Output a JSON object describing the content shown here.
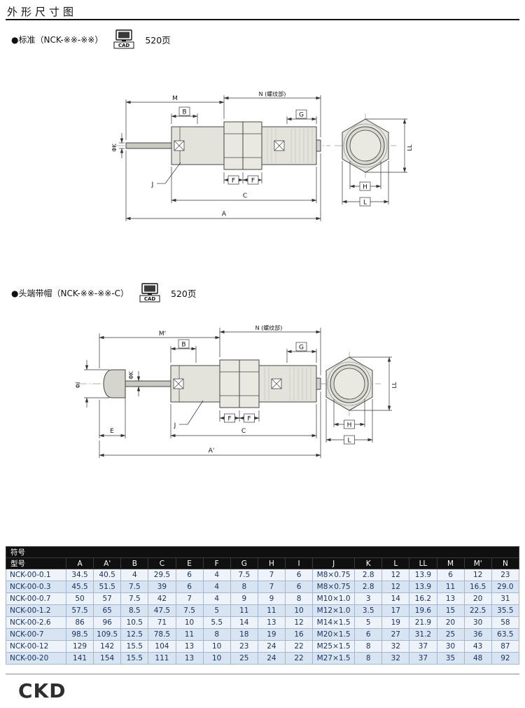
{
  "page": {
    "title": "外形尺寸图",
    "logo": "CKD"
  },
  "sections": {
    "standard": {
      "label": "●标准（NCK-※※-※※）",
      "cad": "CAD",
      "page_ref": "520页"
    },
    "capped": {
      "label": "●头端带帽（NCK-※※-※※-C）",
      "cad": "CAD",
      "page_ref": "520页"
    }
  },
  "drawing1": {
    "labels": {
      "m": "M",
      "n": "N (螺纹部)",
      "b": "B",
      "g": "G",
      "phi_k": "ΦK",
      "j": "J",
      "f1": "F",
      "f2": "F",
      "c": "C",
      "a": "A",
      "h": "H",
      "l": "L",
      "ll": "LL"
    }
  },
  "drawing2": {
    "labels": {
      "m_prime": "M'",
      "n": "N (螺纹部)",
      "b": "B",
      "g": "G",
      "phi_k": "ΦK",
      "phi_i": "ΦI",
      "j": "J",
      "f1": "F",
      "f2": "F",
      "c": "C",
      "e": "E",
      "a_prime": "A'",
      "h": "H",
      "l": "L",
      "ll": "LL"
    }
  },
  "table": {
    "corner_top": "符号",
    "corner_bottom": "型号",
    "columns": [
      "A",
      "A'",
      "B",
      "C",
      "E",
      "F",
      "G",
      "H",
      "I",
      "J",
      "K",
      "L",
      "LL",
      "M",
      "M'",
      "N"
    ],
    "rows": [
      {
        "model": "NCK-00-0.1",
        "values": [
          "34.5",
          "40.5",
          "4",
          "29.5",
          "6",
          "4",
          "7.5",
          "7",
          "6",
          "M8×0.75",
          "2.8",
          "12",
          "13.9",
          "6",
          "12",
          "23"
        ]
      },
      {
        "model": "NCK-00-0.3",
        "values": [
          "45.5",
          "51.5",
          "7.5",
          "39",
          "6",
          "4",
          "8",
          "7",
          "6",
          "M8×0.75",
          "2.8",
          "12",
          "13.9",
          "11",
          "16.5",
          "29.0"
        ]
      },
      {
        "model": "NCK-00-0.7",
        "values": [
          "50",
          "57",
          "7.5",
          "42",
          "7",
          "4",
          "9",
          "9",
          "8",
          "M10×1.0",
          "3",
          "14",
          "16.2",
          "13",
          "20",
          "31"
        ]
      },
      {
        "model": "NCK-00-1.2",
        "values": [
          "57.5",
          "65",
          "8.5",
          "47.5",
          "7.5",
          "5",
          "11",
          "11",
          "10",
          "M12×1.0",
          "3.5",
          "17",
          "19.6",
          "15",
          "22.5",
          "35.5"
        ]
      },
      {
        "model": "NCK-00-2.6",
        "values": [
          "86",
          "96",
          "10.5",
          "71",
          "10",
          "5.5",
          "14",
          "13",
          "12",
          "M14×1.5",
          "5",
          "19",
          "21.9",
          "20",
          "30",
          "58"
        ]
      },
      {
        "model": "NCK-00-7",
        "values": [
          "98.5",
          "109.5",
          "12.5",
          "78.5",
          "11",
          "8",
          "18",
          "19",
          "16",
          "M20×1.5",
          "6",
          "27",
          "31.2",
          "25",
          "36",
          "63.5"
        ]
      },
      {
        "model": "NCK-00-12",
        "values": [
          "129",
          "142",
          "15.5",
          "104",
          "13",
          "10",
          "23",
          "24",
          "22",
          "M25×1.5",
          "8",
          "32",
          "37",
          "30",
          "43",
          "87"
        ]
      },
      {
        "model": "NCK-00-20",
        "values": [
          "141",
          "154",
          "15.5",
          "111",
          "13",
          "10",
          "25",
          "24",
          "22",
          "M27×1.5",
          "8",
          "32",
          "37",
          "35",
          "48",
          "92"
        ]
      }
    ]
  }
}
